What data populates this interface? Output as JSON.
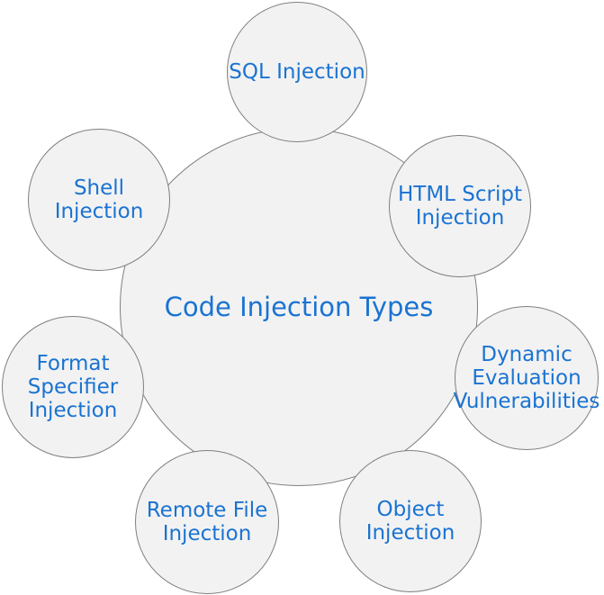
{
  "diagram": {
    "title": "Code Injection Types",
    "colors": {
      "node_fill": "#f2f2f2",
      "node_stroke": "#7f7f7f",
      "text": "#1a73d2",
      "background": "#ffffff"
    },
    "central_node": {
      "label": "Code Injection Types"
    },
    "nodes": [
      {
        "id": "sql-injection",
        "lines": [
          "SQL Injection",
          "",
          ""
        ]
      },
      {
        "id": "html-script-injection",
        "lines": [
          "HTML Script",
          "Injection",
          ""
        ]
      },
      {
        "id": "dynamic-eval-vulns",
        "lines": [
          "Dynamic",
          "Evaluation",
          "Vulnerabilities"
        ]
      },
      {
        "id": "object-injection",
        "lines": [
          "Object",
          "Injection",
          ""
        ]
      },
      {
        "id": "remote-file-injection",
        "lines": [
          "Remote File",
          "Injection",
          ""
        ]
      },
      {
        "id": "format-specifier-injection",
        "lines": [
          "Format",
          "Specifier",
          "Injection"
        ]
      },
      {
        "id": "shell-injection",
        "lines": [
          "Shell",
          "Injection",
          ""
        ]
      }
    ]
  }
}
